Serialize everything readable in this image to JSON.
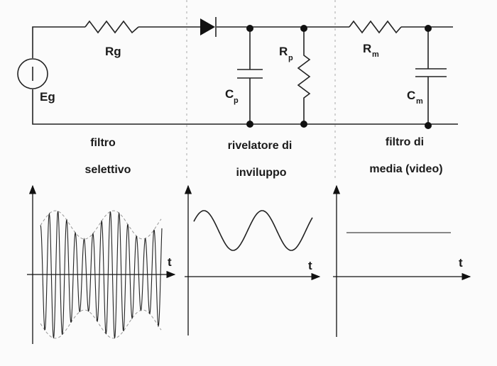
{
  "circuit": {
    "source_label": "Eg",
    "rg_label": "Rg",
    "cp_label": "C",
    "cp_sub": "p",
    "rp_label": "R",
    "rp_sub": "p",
    "rm_label": "R",
    "rm_sub": "m",
    "cm_label": "C",
    "cm_sub": "m"
  },
  "sections": [
    {
      "line1": "filtro",
      "line2": "selettivo"
    },
    {
      "line1": "rivelatore di",
      "line2": "inviluppo"
    },
    {
      "line1": "filtro di",
      "line2": "media (video)"
    }
  ],
  "plots": [
    {
      "axis_label": "t"
    },
    {
      "axis_label": "t"
    },
    {
      "axis_label": "t"
    }
  ],
  "colors": {
    "line": "#222222",
    "envelope": "#999999",
    "divider": "#aaaaaa"
  }
}
